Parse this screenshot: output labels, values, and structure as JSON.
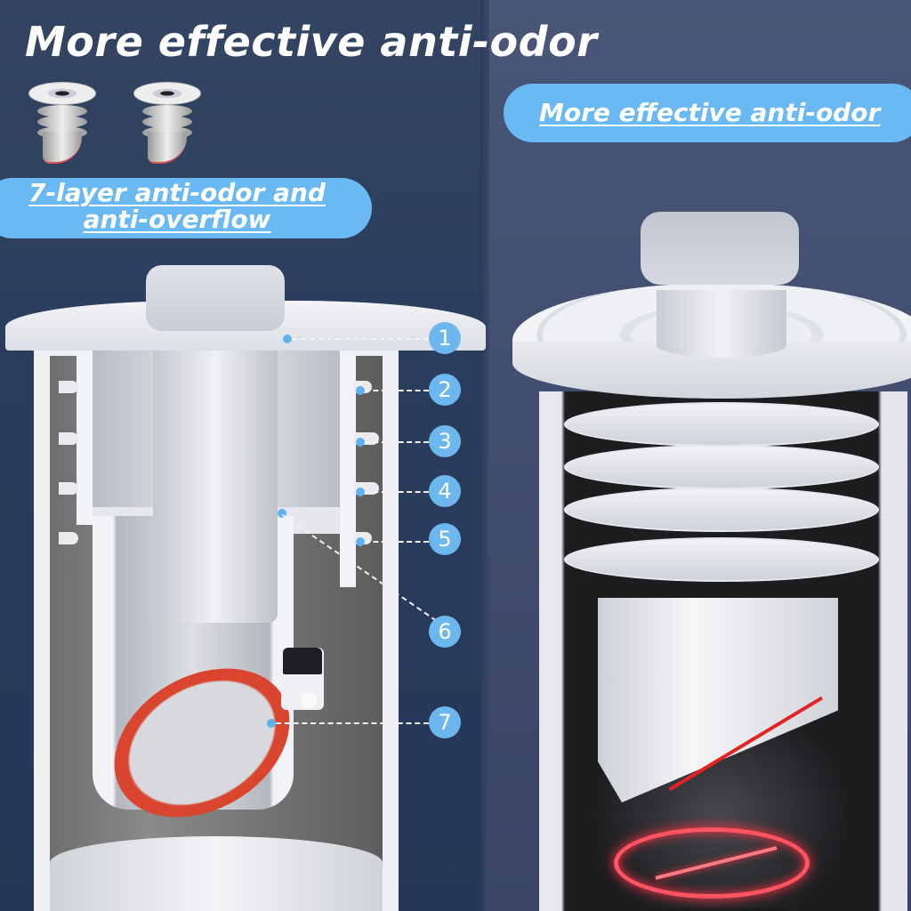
{
  "headline": "More effective anti-odor",
  "pill_left": {
    "line1": "7-layer anti-odor and",
    "line2": "anti-overflow"
  },
  "pill_right": {
    "label": "More effective anti-odor"
  },
  "callouts": [
    "1",
    "2",
    "3",
    "4",
    "5",
    "6",
    "7"
  ],
  "colors": {
    "background_left": "#2a3d5c",
    "background_right": "#434f70",
    "pill": "#6ab9f2",
    "callout": "#6bb7ee",
    "seal_red": "#d9452f",
    "warning_ring": "#ff5560"
  },
  "icons": {
    "no_odor_symbol": "prohibition-ring-icon"
  }
}
